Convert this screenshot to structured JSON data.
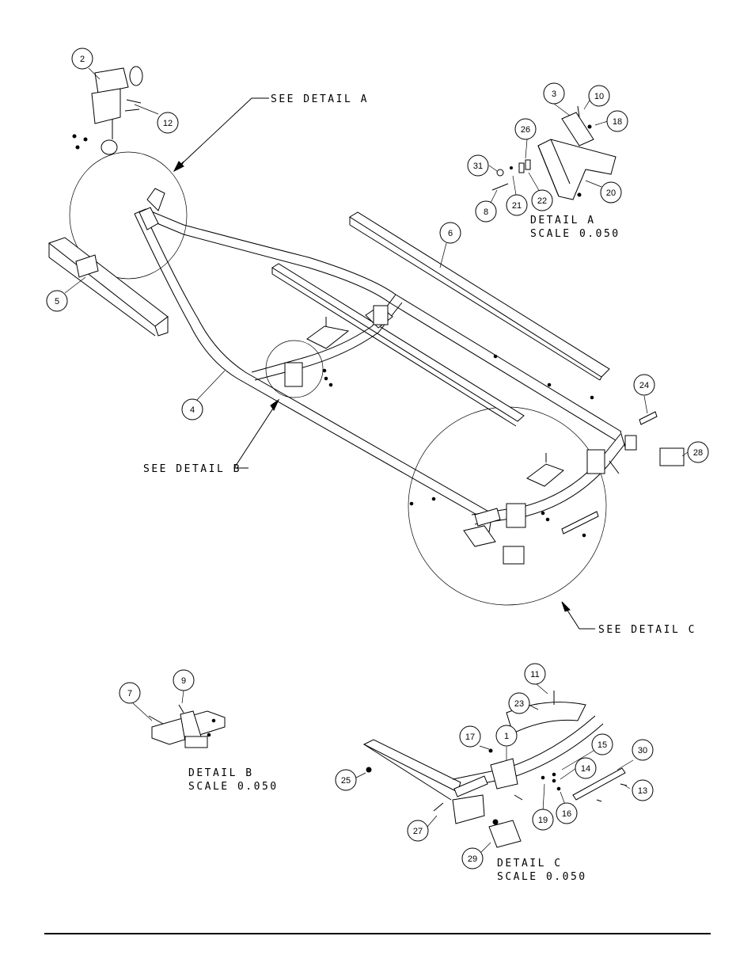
{
  "callouts": {
    "c1": "1",
    "c2": "2",
    "c3": "3",
    "c4": "4",
    "c5": "5",
    "c6": "6",
    "c7": "7",
    "c8": "8",
    "c9": "9",
    "c10": "10",
    "c11": "11",
    "c12": "12",
    "c13": "13",
    "c14": "14",
    "c15": "15",
    "c16": "16",
    "c17": "17",
    "c18": "18",
    "c19": "19",
    "c20": "20",
    "c21": "21",
    "c22": "22",
    "c23": "23",
    "c24": "24",
    "c25": "25",
    "c26": "26",
    "c27": "27",
    "c28": "28",
    "c29": "29",
    "c30": "30",
    "c31": "31"
  },
  "notes": {
    "see_detail_a": "SEE DETAIL  A",
    "see_detail_b": "SEE DETAIL  B",
    "see_detail_c": "SEE DETAIL  C"
  },
  "details": {
    "a_title": "DETAIL  A",
    "a_scale": "SCALE  0.050",
    "b_title": "DETAIL  B",
    "b_scale": "SCALE  0.050",
    "c_title": "DETAIL  C",
    "c_scale": "SCALE  0.050"
  }
}
